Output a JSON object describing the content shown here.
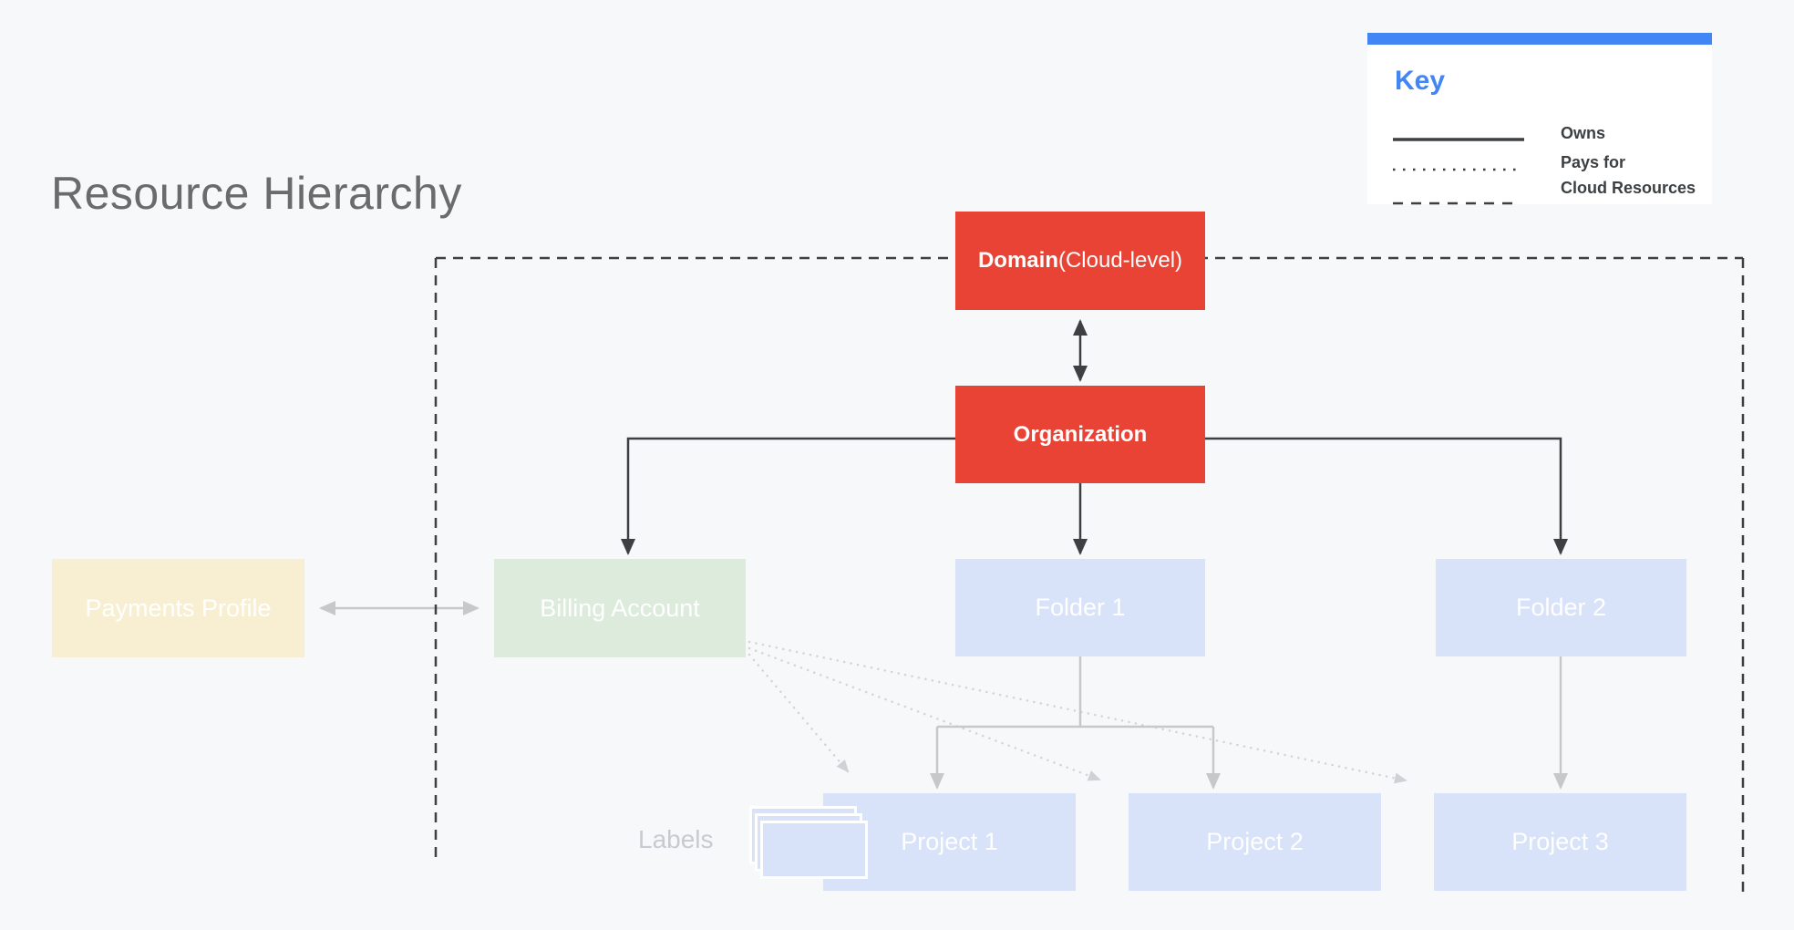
{
  "title": "Resource Hierarchy",
  "key": {
    "title": "Key",
    "entries": [
      {
        "line_style": "solid",
        "label": "Owns"
      },
      {
        "line_style": "dotted",
        "label": "Pays for"
      },
      {
        "line_style": "dashed",
        "label": "Cloud Resources"
      }
    ]
  },
  "nodes": {
    "domain": {
      "name": "Domain",
      "suffix": " (Cloud-level)"
    },
    "organization": {
      "label": "Organization"
    },
    "payments_profile": {
      "label": "Payments Profile"
    },
    "billing_account": {
      "label": "Billing Account"
    },
    "folder_1": {
      "label": "Folder 1"
    },
    "folder_2": {
      "label": "Folder 2"
    },
    "project_1": {
      "label": "Project 1"
    },
    "project_2": {
      "label": "Project 2"
    },
    "project_3": {
      "label": "Project 3"
    }
  },
  "annotations": {
    "labels_caption": "Labels"
  },
  "edges": [
    {
      "from": "Domain",
      "to": "Organization",
      "type": "owns",
      "bidirectional": true
    },
    {
      "from": "Organization",
      "to": "Billing Account",
      "type": "owns"
    },
    {
      "from": "Organization",
      "to": "Folder 1",
      "type": "owns"
    },
    {
      "from": "Organization",
      "to": "Folder 2",
      "type": "owns"
    },
    {
      "from": "Payments Profile",
      "to": "Billing Account",
      "type": "owns",
      "bidirectional": true
    },
    {
      "from": "Folder 1",
      "to": "Project 1",
      "type": "owns"
    },
    {
      "from": "Folder 1",
      "to": "Project 2",
      "type": "owns"
    },
    {
      "from": "Folder 2",
      "to": "Project 3",
      "type": "owns"
    },
    {
      "from": "Billing Account",
      "to": "Project 1",
      "type": "pays_for"
    },
    {
      "from": "Billing Account",
      "to": "Project 2",
      "type": "pays_for"
    },
    {
      "from": "Billing Account",
      "to": "Project 3",
      "type": "pays_for"
    },
    {
      "boundary": "Cloud Resources",
      "type": "cloud_resources_zone"
    }
  ],
  "colors": {
    "background": "#F7F8FA",
    "red_node": "#E94335",
    "green_node": "#DCEBDB",
    "cream_node": "#F8EFD2",
    "blue_node": "#D8E3F9",
    "key_accent_blue": "#4285F4",
    "dark_line": "#3C4043",
    "gray_line": "#C6C8CA",
    "dotted_line": "#D2D4D6",
    "title_text": "#6A6B6D",
    "labels_text": "#C7CAD0"
  }
}
